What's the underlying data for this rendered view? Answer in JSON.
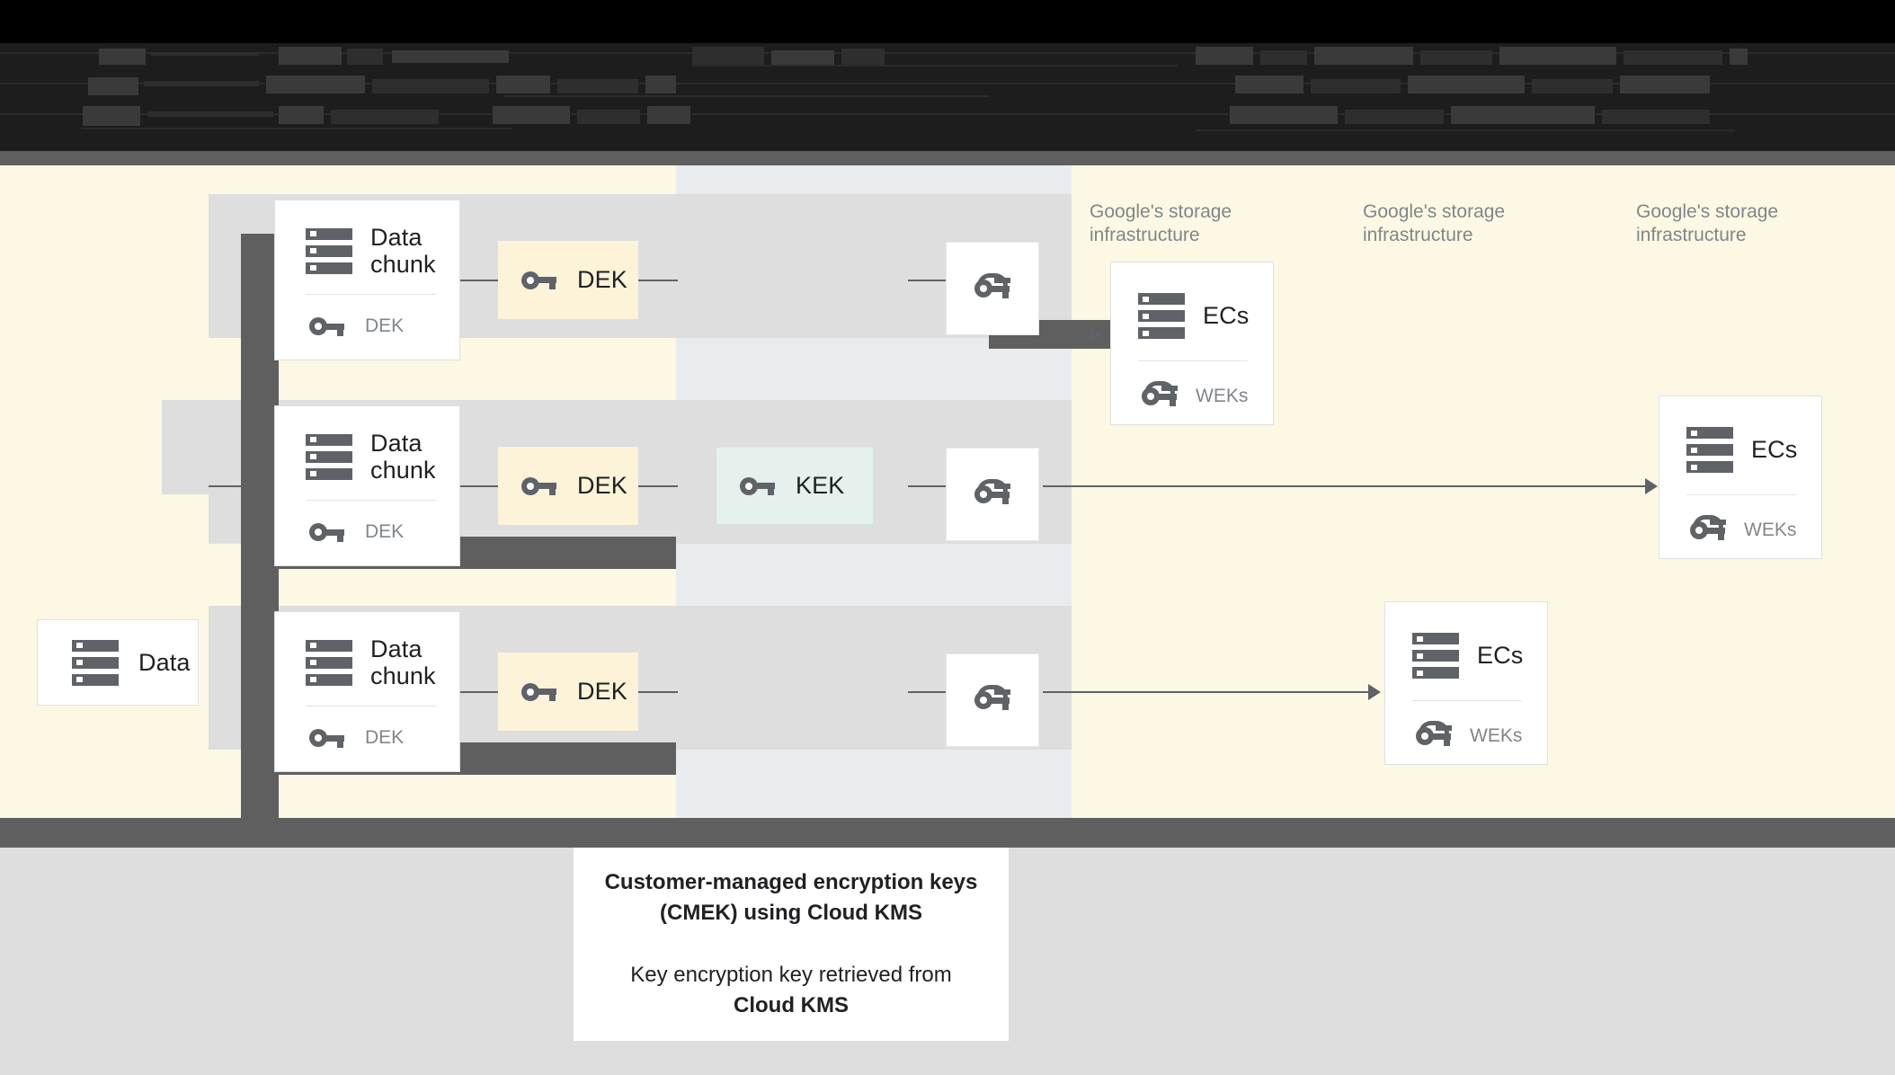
{
  "banner": {
    "state": "redacted",
    "note": "Top banner text is obscured / unreadable in the source screenshot"
  },
  "diagram": {
    "source": {
      "label": "Data",
      "icon": "server-icon"
    },
    "chunks": [
      {
        "title": "Data chunk",
        "key_label": "DEK",
        "icon": "server-icon",
        "key_icon": "key-icon"
      },
      {
        "title": "Data chunk",
        "key_label": "DEK",
        "icon": "server-icon",
        "key_icon": "key-icon"
      },
      {
        "title": "Data chunk",
        "key_label": "DEK",
        "icon": "server-icon",
        "key_icon": "key-icon"
      }
    ],
    "deks": [
      {
        "label": "DEK",
        "icon": "key-icon"
      },
      {
        "label": "DEK",
        "icon": "key-icon"
      },
      {
        "label": "DEK",
        "icon": "key-icon"
      }
    ],
    "kek": {
      "label": "KEK",
      "icon": "key-icon"
    },
    "wrapped_keys": [
      {
        "icon": "double-key-icon"
      },
      {
        "icon": "double-key-icon"
      },
      {
        "icon": "double-key-icon"
      }
    ],
    "infra_labels": [
      "Google's storage infrastructure",
      "Google's storage infrastructure",
      "Google's storage infrastructure"
    ],
    "ec_cards": [
      {
        "title": "ECs",
        "key_label": "WEKs",
        "icon": "server-icon",
        "key_icon": "double-key-icon"
      },
      {
        "title": "ECs",
        "key_label": "WEKs",
        "icon": "server-icon",
        "key_icon": "double-key-icon"
      },
      {
        "title": "ECs",
        "key_label": "WEKs",
        "icon": "server-icon",
        "key_icon": "double-key-icon"
      }
    ]
  },
  "caption": {
    "title_line1": "Customer-managed encryption keys",
    "title_line2": "(CMEK) using Cloud KMS",
    "body_line1": "Key encryption key retrieved from",
    "body_line2": "Cloud KMS"
  },
  "colors": {
    "cream": "#fdf8e3",
    "mid_band": "#e9ecee",
    "row_band": "#dedede",
    "redaction": "#5f5f5f",
    "kek_green": "#e4f1ec",
    "dek_cream": "#fdf3d9",
    "icon_grey": "#5f6368",
    "text_muted": "#80868b"
  }
}
